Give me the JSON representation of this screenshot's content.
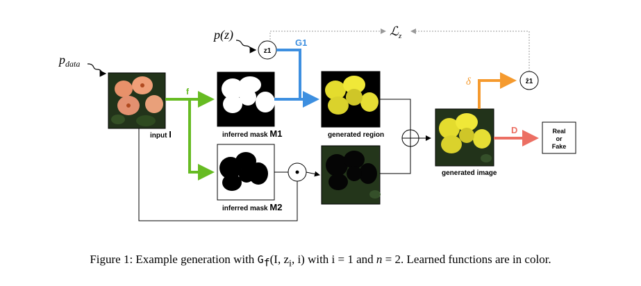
{
  "labels": {
    "p_data": "p",
    "p_data_sub": "data",
    "p_z": "p(z)",
    "loss": "ℒ",
    "loss_sub": "z",
    "z1": "z1",
    "z1_hat": "ẑ1",
    "G1": "G1",
    "f": "f",
    "delta": "δ",
    "D": "D",
    "real_or_fake": [
      "Real",
      "or",
      "Fake"
    ],
    "input": "input",
    "input_var": "I",
    "mask1": "inferred mask",
    "mask1_var": "M1",
    "mask2": "inferred mask",
    "mask2_var": "M2",
    "generated_region": "generated region",
    "generated_image": "generated image",
    "oplus": "⊕",
    "odot": "⊙"
  },
  "colors": {
    "f": "#66bb22",
    "G1": "#3d8fe0",
    "delta": "#f59a2e",
    "D": "#ec6f63",
    "loss_line": "#999999",
    "flower_yellow": "#e8e030",
    "flower_orange": "#e0906a",
    "leaf_dark": "#1c2a14"
  },
  "caption": {
    "prefix": "Figure 1: Example generation with ",
    "func": "G",
    "func_sub": "f",
    "args": "(I, z",
    "args_sub": "i",
    "args_end": ", i)",
    "middle": " with i = 1 and ",
    "n_var": "n",
    "suffix": " = 2. Learned functions are in color."
  }
}
